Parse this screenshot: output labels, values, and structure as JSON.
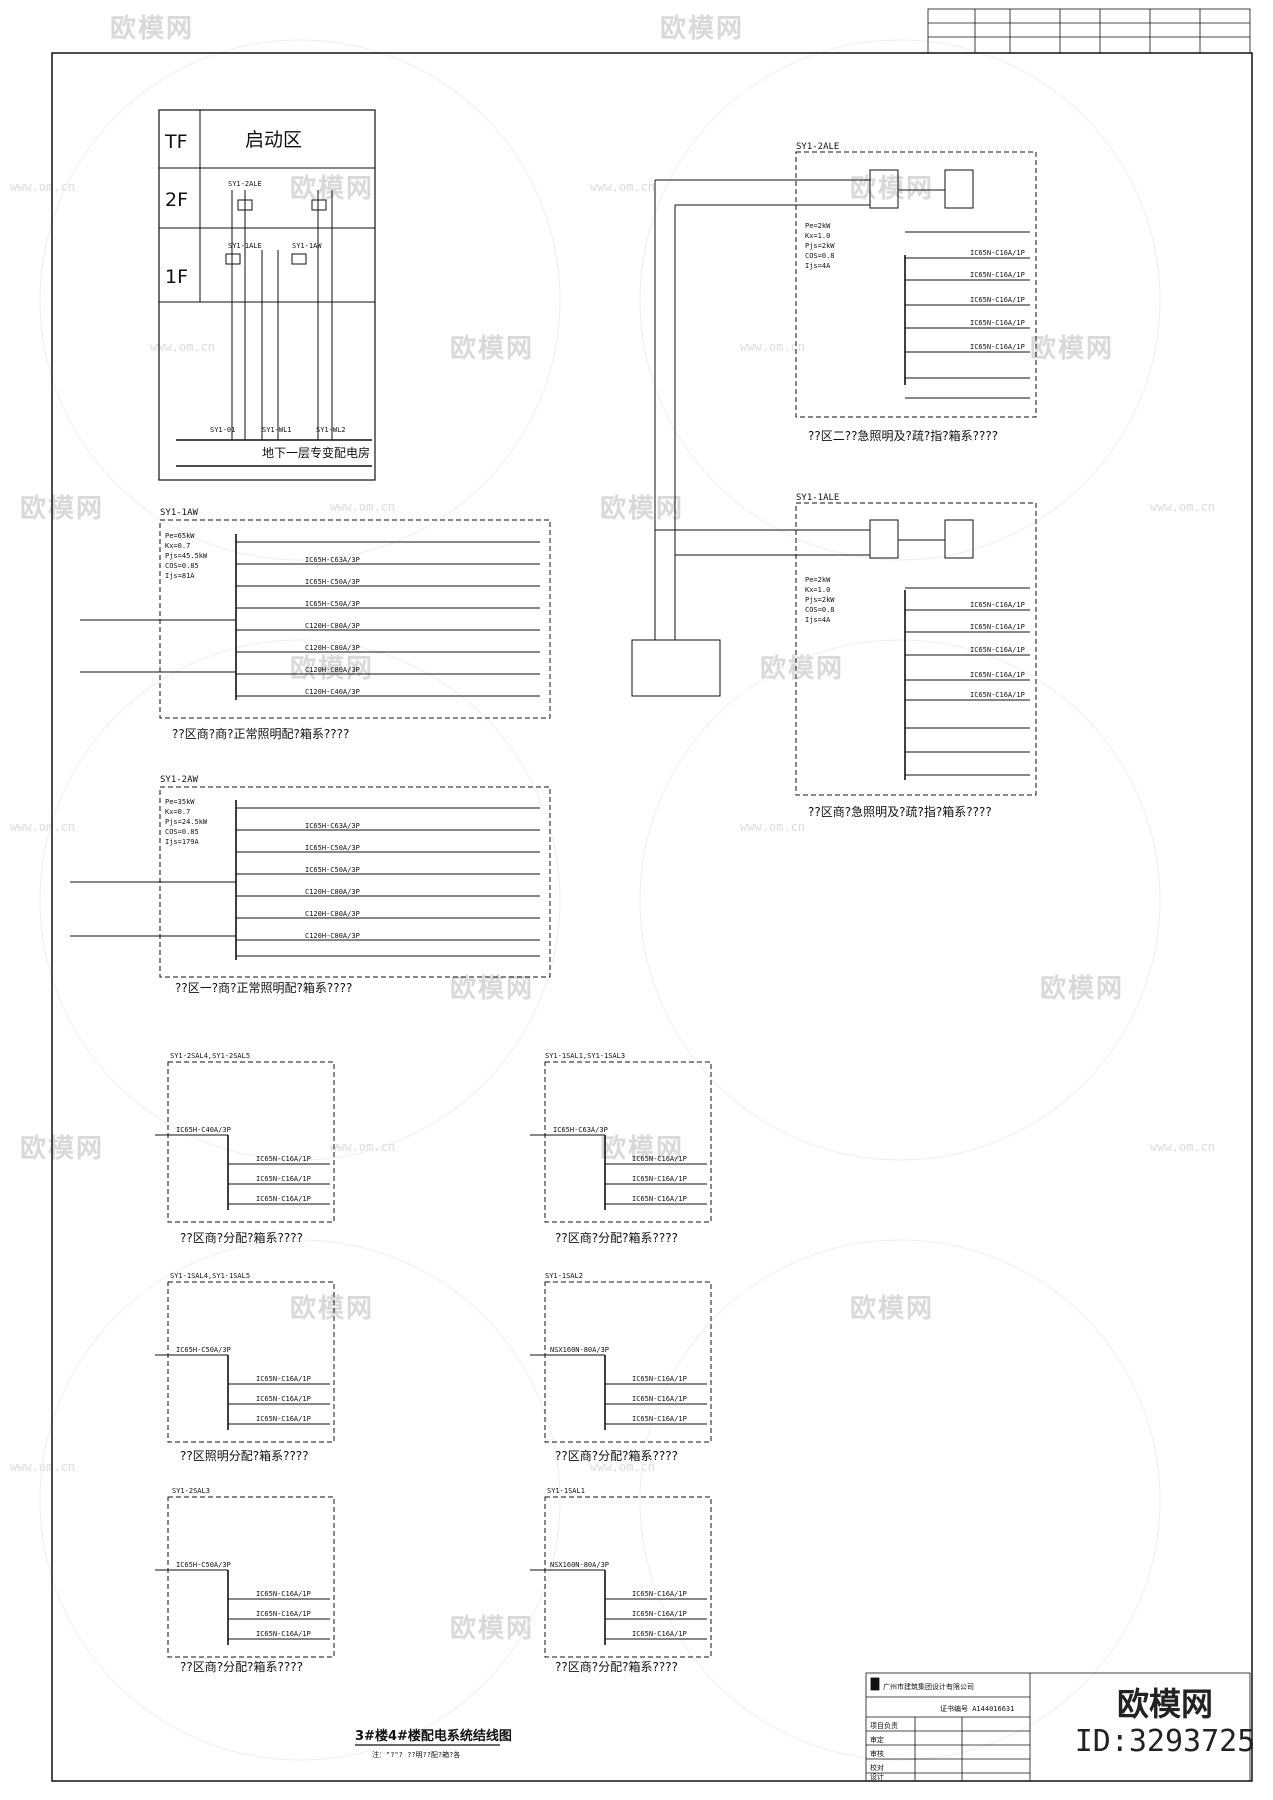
{
  "watermark": {
    "brand": "欧模网",
    "url": "www.om.cn"
  },
  "riser": {
    "tf": "TF",
    "zone": "启动区",
    "f2": "2F",
    "f1": "1F",
    "sub_label": "地下一层专变配电房",
    "labels": [
      "SY1-2ALE",
      "SY1-1ALE",
      "SY1-1AW",
      "SY1-01",
      "SY1-WL1",
      "SY1-WL2"
    ]
  },
  "panels": {
    "p1aw": {
      "title": "SY1-1AW",
      "caption": "??区商?商?正常照明配?箱系????",
      "params": [
        "Pe=65kW",
        "Kx=0.7",
        "Pjs=45.5kW",
        "COS=0.85",
        "Ijs=81A"
      ]
    },
    "p2aw": {
      "title": "SY1-2AW",
      "caption": "??区一?商?正常照明配?箱系????",
      "params": [
        "Pe=35kW",
        "Kx=0.7",
        "Pjs=24.5kW",
        "COS=0.85",
        "Ijs=179A"
      ]
    },
    "p2ale": {
      "title": "SY1-2ALE",
      "caption": "??区二??急照明及?疏?指?箱系????",
      "params": [
        "Pe=2kW",
        "Kx=1.0",
        "Pjs=2kW",
        "COS=0.8",
        "Ijs=4A"
      ]
    },
    "p1ale": {
      "title": "SY1-1ALE",
      "caption": "??区商?急照明及?疏?指?箱系????",
      "params": [
        "Pe=2kW",
        "Kx=1.0",
        "Pjs=2kW",
        "COS=0.8",
        "Ijs=4A"
      ]
    }
  },
  "branches": {
    "aw": [
      "IC65H-C63A/3P",
      "IC65H-C50A/3P",
      "IC65H-C50A/3P",
      "C120H-C80A/3P",
      "C120H-C80A/3P",
      "C120H-C80A/3P",
      "C120H-C40A/3P"
    ],
    "ale": [
      "IC65N-C16A/1P",
      "IC65N-C16A/1P",
      "IC65N-C16A/1P",
      "IC65N-C16A/1P",
      "IC65N-C16A/1P"
    ]
  },
  "small_panels": [
    {
      "title": "SY1-2SAL4,SY1-2SAL5",
      "main": "IC65H-C40A/3P",
      "caption": "??区商?分配?箱系????"
    },
    {
      "title": "SY1-1SAL1,SY1-1SAL3",
      "main": "IC65H-C63A/3P",
      "caption": "??区商?分配?箱系????"
    },
    {
      "title": "SY1-1SAL4,SY1-1SAL5",
      "main": "IC65H-C50A/3P",
      "caption": "??区照明分配?箱系????"
    },
    {
      "title": "SY1-1SAL2",
      "main": "NSX160N-80A/3P",
      "caption": "??区商?分配?箱系????"
    },
    {
      "title": "SY1-2SAL3",
      "main": "IC65H-C50A/3P",
      "caption": "??区商?分配?箱系????"
    },
    {
      "title": "SY1-1SAL1",
      "main": "NSX160N-80A/3P",
      "caption": "??区商?分配?箱系????"
    }
  ],
  "small_outgoing": [
    "IC65N-C16A/1P",
    "IC65N-C16A/1P",
    "IC65N-C16A/1P"
  ],
  "drawing_title": "3#楼4#楼配电系统结线图",
  "drawing_note": "注：\"?\"? ??明??配?箱?各",
  "title_block": {
    "company": "广州市建筑集团设计有限公司",
    "cert": "证书编号 A144016631",
    "rows": [
      "项目负责",
      "审定",
      "审核",
      "校对",
      "设计"
    ]
  },
  "brand": {
    "name": "欧模网",
    "id": "ID:3293725"
  }
}
